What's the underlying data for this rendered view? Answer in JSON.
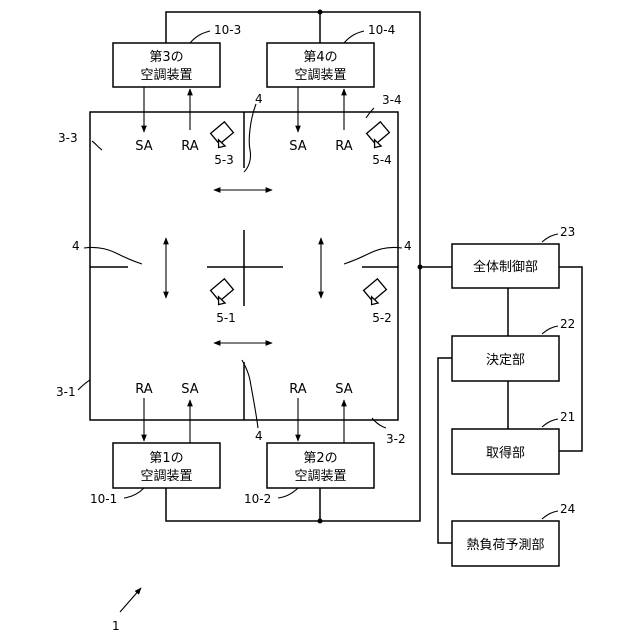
{
  "units": {
    "ac1": [
      "第1の",
      "空調装置"
    ],
    "ac2": [
      "第2の",
      "空調装置"
    ],
    "ac3": [
      "第3の",
      "空調装置"
    ],
    "ac4": [
      "第4の",
      "空調装置"
    ]
  },
  "controllers": {
    "overall": "全体制御部",
    "decision": "決定部",
    "acquisition": "取得部",
    "prediction": "熱負荷予測部"
  },
  "flow_labels": {
    "supply": "SA",
    "return": "RA"
  },
  "refs": {
    "ac1": "10-1",
    "ac2": "10-2",
    "ac3": "10-3",
    "ac4": "10-4",
    "zone1": "3-1",
    "zone2": "3-2",
    "zone3": "3-3",
    "zone4": "3-4",
    "cam1": "5-1",
    "cam2": "5-2",
    "cam3": "5-3",
    "cam4": "5-4",
    "partition": "4",
    "overall": "23",
    "decision": "22",
    "acquisition": "21",
    "prediction": "24",
    "system": "1"
  }
}
